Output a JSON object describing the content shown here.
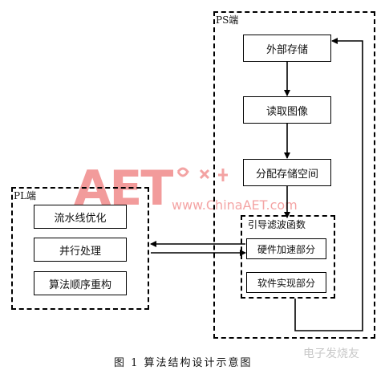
{
  "ps_region": {
    "label": "PS端"
  },
  "pl_region": {
    "label": "PL端"
  },
  "guided_filter_region": {
    "label": "引导滤波函数"
  },
  "boxes": {
    "external_storage": "外部存储",
    "read_image": "读取图像",
    "allocate_storage": "分配存储空间",
    "hardware_accel": "硬件加速部分",
    "software_impl": "软件实现部分",
    "pipeline_opt": "流水线优化",
    "parallel_proc": "并行处理",
    "algo_reorder": "算法顺序重构"
  },
  "caption": "图 1   算法结构设计示意图",
  "watermark": {
    "logo": "AET",
    "site": "www.ChinaAET.com",
    "corner": "电子发烧友"
  },
  "colors": {
    "line": "#000000",
    "watermark": "#e84a4a"
  }
}
